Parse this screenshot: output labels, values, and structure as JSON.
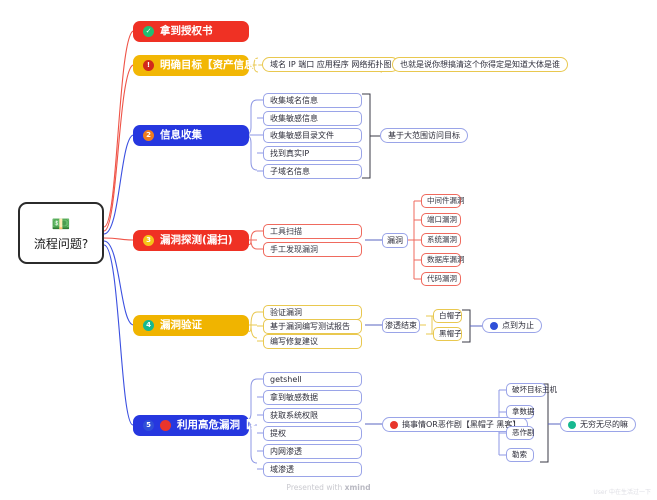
{
  "root": {
    "emoji": "💵",
    "label": "流程问题?"
  },
  "branches": [
    {
      "badge": "✓",
      "label": "拿到授权书",
      "color": "#ef3124"
    },
    {
      "badge": "!",
      "label": "明确目标【资产信息】",
      "color": "#f2b705",
      "children": [
        "域名 IP 端口 应用程序 网络拓扑图",
        "也就是说你想搞清这个你得定是知道大体是谁"
      ]
    },
    {
      "badge": "2",
      "label": "信息收集",
      "color": "#2637df",
      "children": [
        "收集域名信息",
        "收集敏感信息",
        "收集敏感目录文件",
        "找到真实IP",
        "子域名信息"
      ],
      "summary": "基于大范围访问目标"
    },
    {
      "badge": "3",
      "label": "漏洞探测(漏扫)",
      "color": "#ef3124",
      "children": [
        "工具扫描",
        "手工发现漏洞"
      ],
      "group": "漏洞",
      "types": [
        "中间件漏洞",
        "端口漏洞",
        "系统漏洞",
        "数据库漏洞",
        "代码漏洞"
      ]
    },
    {
      "badge": "4",
      "label": "漏洞验证",
      "color": "#f0b400",
      "children": [
        "验证漏洞",
        "基于漏洞编写测试报告",
        "编写修复建议"
      ],
      "group": "渗透结束",
      "hats": [
        "白帽子",
        "黑帽子"
      ],
      "outcome": "点到为止"
    },
    {
      "badge": "5",
      "label": "利用高危漏洞【打点】",
      "color": "#2637df",
      "children": [
        "getshell",
        "拿到敏感数据",
        "获取系统权限",
        "提权",
        "内网渗透",
        "域渗透"
      ],
      "group": "搞事情OR恶作剧【黑帽子 黑客】",
      "acts": [
        "破坏目标主机",
        "拿数据",
        "恶作剧",
        "勒索"
      ],
      "outcome": "无穷无尽的嘛"
    }
  ],
  "footer": {
    "prefix": "Presented with ",
    "brand": "xmind"
  },
  "credit": "User 中在生活过一下"
}
